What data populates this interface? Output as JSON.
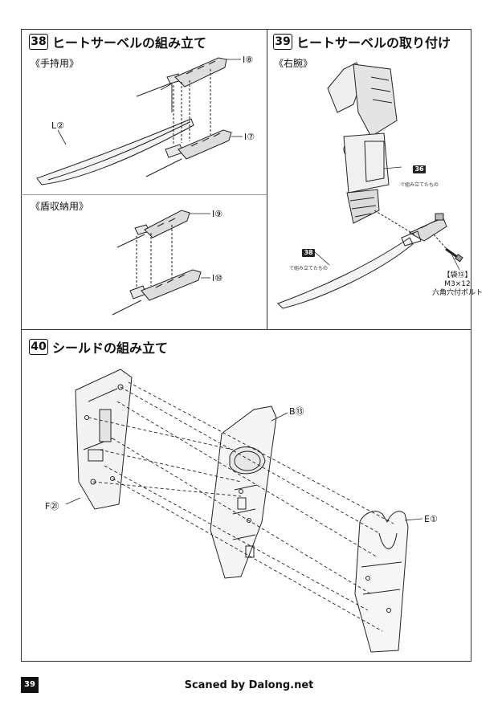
{
  "steps": [
    {
      "number": "38",
      "title": "ヒートサーベルの組み立て"
    },
    {
      "number": "39",
      "title": "ヒートサーベルの取り付け"
    },
    {
      "number": "40",
      "title": "シールドの組み立て"
    }
  ],
  "step38": {
    "variant_hand": "《手持用》",
    "variant_shield": "《盾収納用》",
    "labels": {
      "l2": "L②",
      "i8": "I⑧",
      "i7": "I⑦",
      "i9": "I⑨",
      "i10": "I⑩"
    }
  },
  "step39": {
    "variant": "《右腕》",
    "ref36": {
      "badge": "36",
      "note": "で組み立てたもの"
    },
    "ref38": {
      "badge": "38",
      "note": "で組み立てたもの"
    },
    "bolt": {
      "bag": "【袋⑬】",
      "size": "M3×12",
      "name": "六角穴付ボルト"
    }
  },
  "step40": {
    "labels": {
      "b13": "B⑬",
      "f21": "F㉑",
      "e1": "E①"
    }
  },
  "footer": {
    "page": "39",
    "credit": "Scaned by Dalong.net"
  }
}
